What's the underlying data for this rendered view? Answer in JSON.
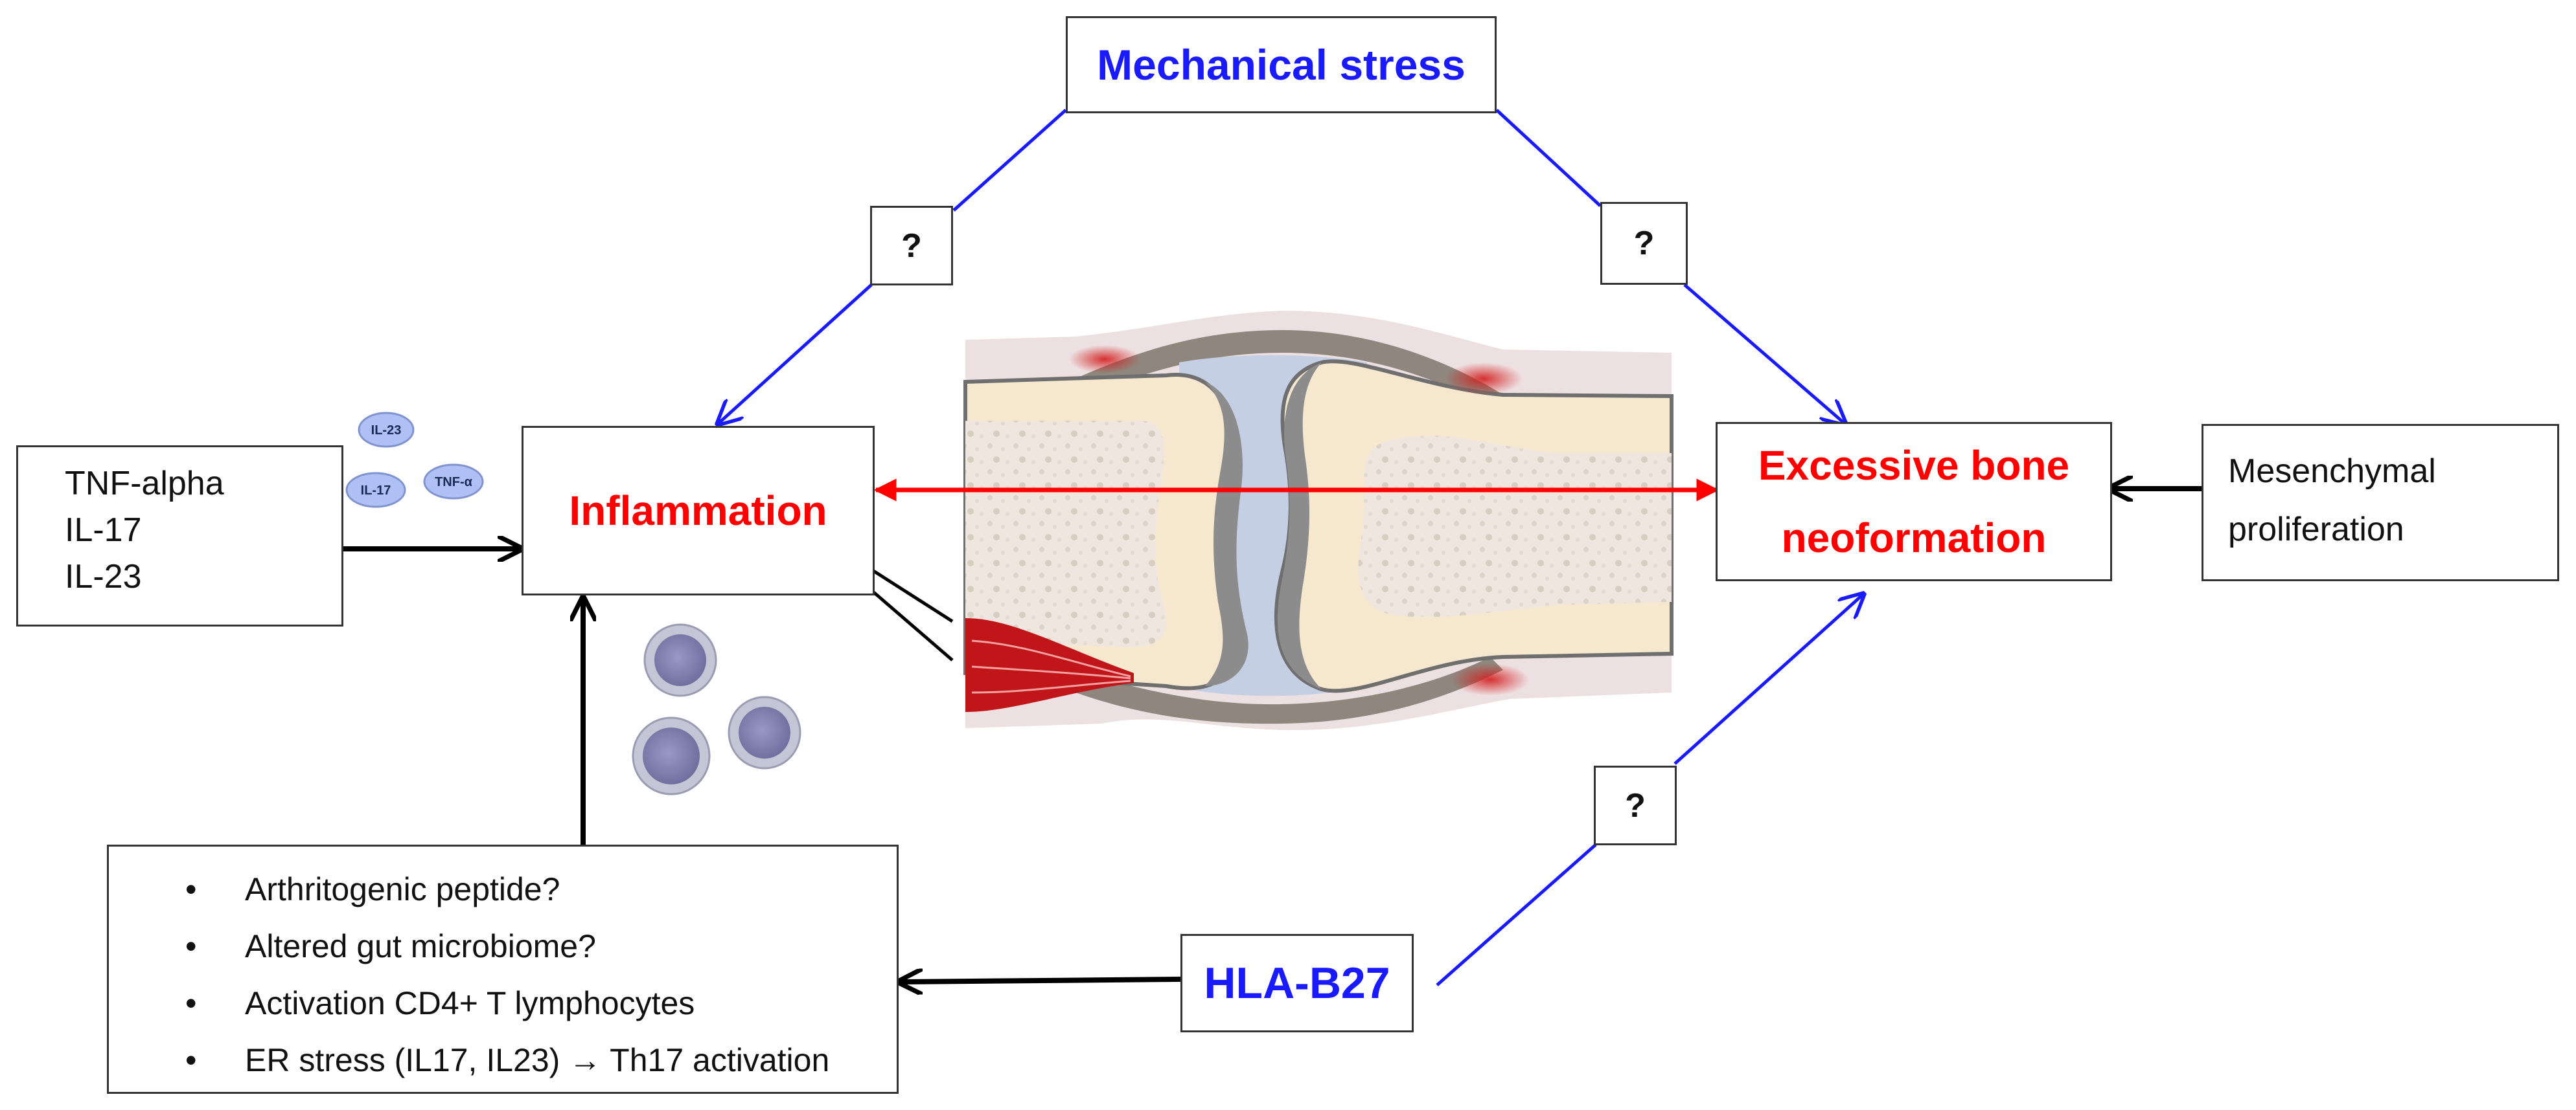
{
  "nodes": {
    "mechanical_stress": "Mechanical stress",
    "inflammation": "Inflammation",
    "bone_neoformation": [
      "Excessive bone",
      "neoformation"
    ],
    "hla_b27": "HLA-B27",
    "cytokines": [
      "TNF-alpha",
      "IL-17",
      "IL-23"
    ],
    "mesenchymal": [
      "Mesenchymal",
      "proliferation"
    ],
    "mechanisms": [
      "Arthritogenic peptide?",
      "Altered gut microbiome?",
      "Activation CD4+ T lymphocytes",
      "ER stress (IL17, IL23) → Th17 activation"
    ],
    "unknown_marker": "?"
  },
  "cytokine_bubbles": [
    "IL-23",
    "IL-17",
    "TNF-α"
  ],
  "colors": {
    "blue_link": "#1a1aff",
    "red_link": "#ff0000",
    "black_link": "#000000",
    "bone": "#f6e7cf",
    "cartilage": "#c9d3e6",
    "muscle": "#c0161a"
  }
}
